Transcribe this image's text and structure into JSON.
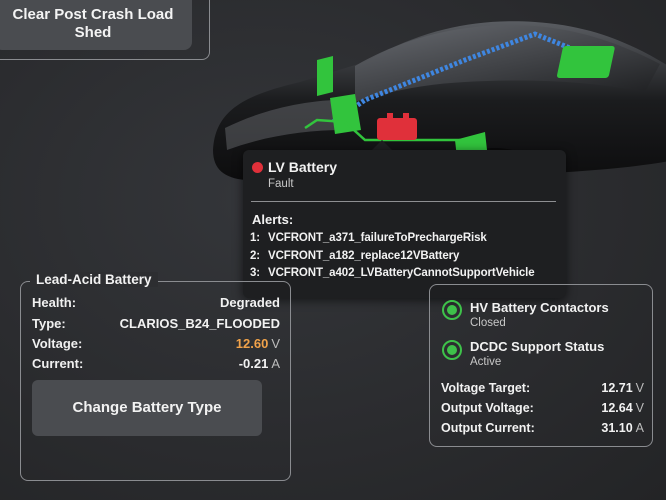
{
  "buttons": {
    "clear_post_crash_line1": "Clear Post Crash Load",
    "clear_post_crash_line2": "Shed",
    "change_battery_type": "Change Battery Type"
  },
  "popup": {
    "title": "LV Battery",
    "status": "Fault",
    "alerts_header": "Alerts:",
    "alerts": [
      {
        "num": "1:",
        "text": "VCFRONT_a371_failureToPrechargeRisk"
      },
      {
        "num": "2:",
        "text": "VCFRONT_a182_replace12VBattery"
      },
      {
        "num": "3:",
        "text": "VCFRONT_a402_LVBatteryCannotSupportVehicle"
      }
    ],
    "status_color": "#e0303a"
  },
  "lead_acid": {
    "title": "Lead-Acid Battery",
    "health": {
      "label": "Health:",
      "value": "Degraded"
    },
    "type": {
      "label": "Type:",
      "value": "CLARIOS_B24_FLOODED"
    },
    "voltage": {
      "label": "Voltage:",
      "value": "12.60",
      "unit": "V",
      "color": "#f0a24a"
    },
    "current": {
      "label": "Current:",
      "value": "-0.21",
      "unit": "A"
    }
  },
  "hv": {
    "contactors": {
      "label": "HV Battery Contactors",
      "status": "Closed",
      "icon": "check-circle-icon"
    },
    "dcdc": {
      "label": "DCDC Support Status",
      "status": "Active",
      "icon": "check-circle-icon"
    },
    "voltage_target": {
      "label": "Voltage Target:",
      "value": "12.71",
      "unit": "V"
    },
    "output_voltage": {
      "label": "Output Voltage:",
      "value": "12.64",
      "unit": "V"
    },
    "output_current": {
      "label": "Output Current:",
      "value": "31.10",
      "unit": "A"
    },
    "ok_color": "#3ec24a"
  }
}
